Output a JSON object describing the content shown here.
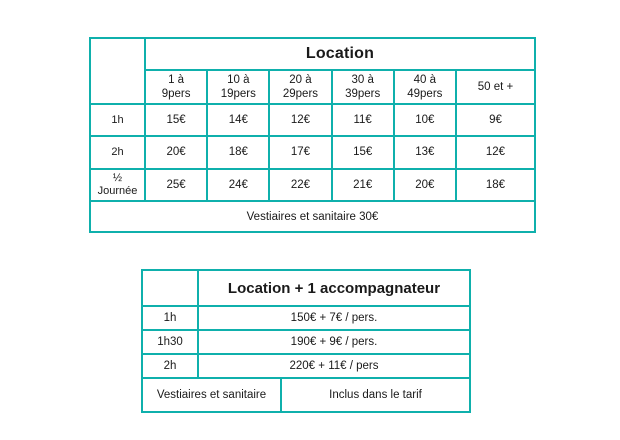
{
  "theme": {
    "border_color": "#0fb0ac",
    "background_color": "#ffffff",
    "text_color": "#1a1a1a"
  },
  "table_rental": {
    "title": "Location",
    "corner_label": "",
    "column_headers": [
      {
        "line1": "1 à",
        "line2": "9pers"
      },
      {
        "line1": "10 à",
        "line2": "19pers"
      },
      {
        "line1": "20 à",
        "line2": "29pers"
      },
      {
        "line1": "30 à",
        "line2": "39pers"
      },
      {
        "line1": "40 à",
        "line2": "49pers"
      },
      {
        "line1": "50 et +",
        "line2": ""
      }
    ],
    "rows": [
      {
        "label_line1": "1h",
        "label_line2": "",
        "values": [
          "15€",
          "14€",
          "12€",
          "11€",
          "10€",
          "9€"
        ]
      },
      {
        "label_line1": "2h",
        "label_line2": "",
        "values": [
          "20€",
          "18€",
          "17€",
          "15€",
          "13€",
          "12€"
        ]
      },
      {
        "label_line1": "½",
        "label_line2": "Journée",
        "values": [
          "25€",
          "24€",
          "22€",
          "21€",
          "20€",
          "18€"
        ]
      }
    ],
    "footer_note": "Vestiaires et sanitaire 30€"
  },
  "table_rental_guide": {
    "title": "Location + 1 accompagnateur",
    "corner_label": "",
    "rows": [
      {
        "label": "1h",
        "value": "150€ + 7€ / pers."
      },
      {
        "label": "1h30",
        "value": "190€ + 9€ / pers."
      },
      {
        "label": "2h",
        "value": "220€ + 11€ / pers"
      }
    ],
    "footer_label": "Vestiaires et sanitaire",
    "footer_value": "Inclus dans le tarif"
  }
}
